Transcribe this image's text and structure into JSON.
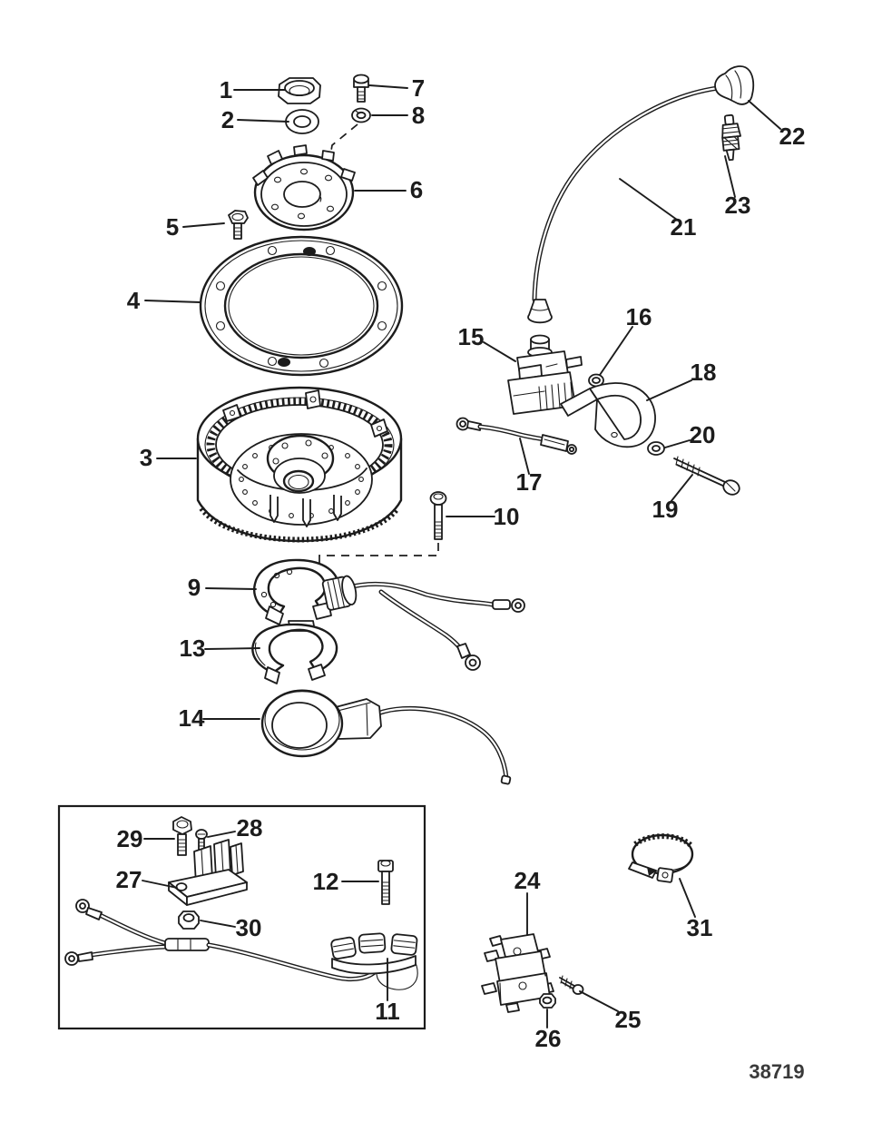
{
  "figure": {
    "drawing_number": "38719",
    "callouts": {
      "c1": "1",
      "c2": "2",
      "c3": "3",
      "c4": "4",
      "c5": "5",
      "c6": "6",
      "c7": "7",
      "c8": "8",
      "c9": "9",
      "c10": "10",
      "c11": "11",
      "c12": "12",
      "c13": "13",
      "c14": "14",
      "c15": "15",
      "c16": "16",
      "c17": "17",
      "c18": "18",
      "c19": "19",
      "c20": "20",
      "c21": "21",
      "c22": "22",
      "c23": "23",
      "c24": "24",
      "c25": "25",
      "c26": "26",
      "c27": "27",
      "c28": "28",
      "c29": "29",
      "c30": "30",
      "c31": "31"
    }
  }
}
